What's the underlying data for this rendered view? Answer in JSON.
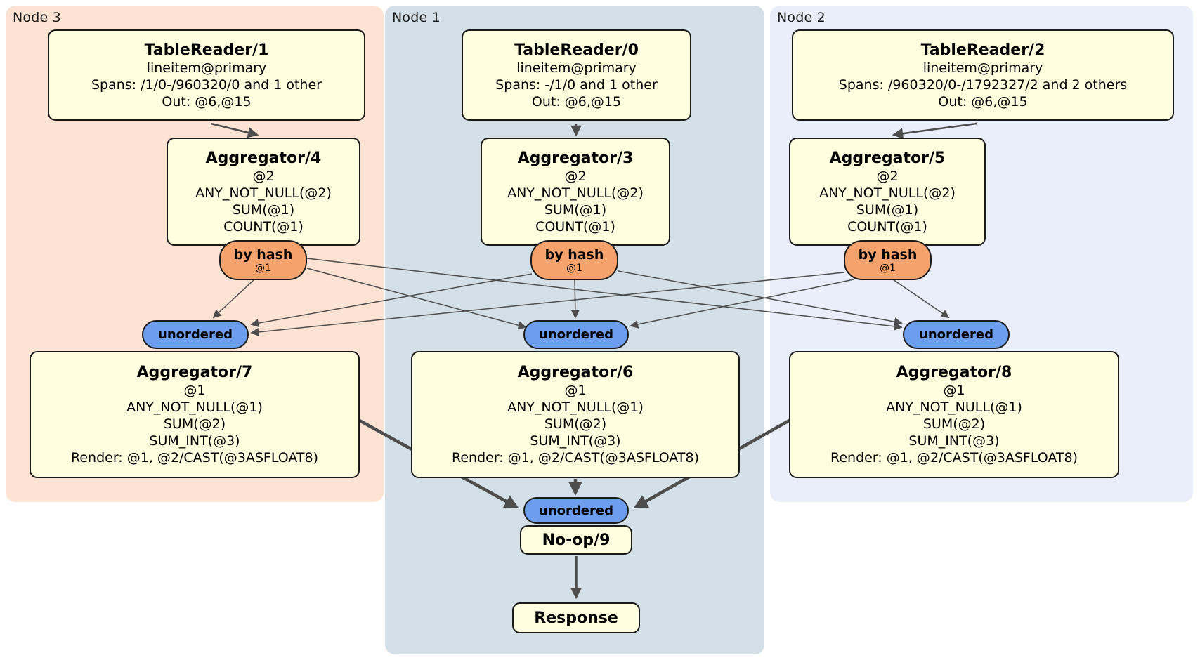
{
  "regions": {
    "node3": {
      "label": "Node 3"
    },
    "node1": {
      "label": "Node 1"
    },
    "node2": {
      "label": "Node 2"
    }
  },
  "processors": {
    "tablereader1": {
      "title": "TableReader/1",
      "lines": [
        "lineitem@primary",
        "Spans: /1/0-/960320/0 and 1 other",
        "Out: @6,@15"
      ]
    },
    "tablereader0": {
      "title": "TableReader/0",
      "lines": [
        "lineitem@primary",
        "Spans: -/1/0 and 1 other",
        "Out: @6,@15"
      ]
    },
    "tablereader2": {
      "title": "TableReader/2",
      "lines": [
        "lineitem@primary",
        "Spans: /960320/0-/1792327/2 and 2 others",
        "Out: @6,@15"
      ]
    },
    "aggregator4": {
      "title": "Aggregator/4",
      "lines": [
        "@2",
        "ANY_NOT_NULL(@2)",
        "SUM(@1)",
        "COUNT(@1)"
      ]
    },
    "aggregator3": {
      "title": "Aggregator/3",
      "lines": [
        "@2",
        "ANY_NOT_NULL(@2)",
        "SUM(@1)",
        "COUNT(@1)"
      ]
    },
    "aggregator5": {
      "title": "Aggregator/5",
      "lines": [
        "@2",
        "ANY_NOT_NULL(@2)",
        "SUM(@1)",
        "COUNT(@1)"
      ]
    },
    "aggregator7": {
      "title": "Aggregator/7",
      "lines": [
        "@1",
        "ANY_NOT_NULL(@1)",
        "SUM(@2)",
        "SUM_INT(@3)",
        "Render: @1, @2/CAST(@3ASFLOAT8)"
      ]
    },
    "aggregator6": {
      "title": "Aggregator/6",
      "lines": [
        "@1",
        "ANY_NOT_NULL(@1)",
        "SUM(@2)",
        "SUM_INT(@3)",
        "Render: @1, @2/CAST(@3ASFLOAT8)"
      ]
    },
    "aggregator8": {
      "title": "Aggregator/8",
      "lines": [
        "@1",
        "ANY_NOT_NULL(@1)",
        "SUM(@2)",
        "SUM_INT(@3)",
        "Render: @1, @2/CAST(@3ASFLOAT8)"
      ]
    },
    "noop9": {
      "title": "No-op/9"
    },
    "response": {
      "title": "Response"
    }
  },
  "routers": {
    "by_hash": {
      "label": "by hash",
      "key": "@1"
    }
  },
  "streams": {
    "unordered": "unordered"
  },
  "colors": {
    "node3_bg": "#fce3d4",
    "node1_bg": "#d3e0e8",
    "node2_bg": "#e9eefa",
    "processor_box_bg": "#ffffe0",
    "hash_router_bg": "#f6a26c",
    "stream_capsule_bg": "#6d9eee",
    "edge": "#4d4d4d"
  }
}
